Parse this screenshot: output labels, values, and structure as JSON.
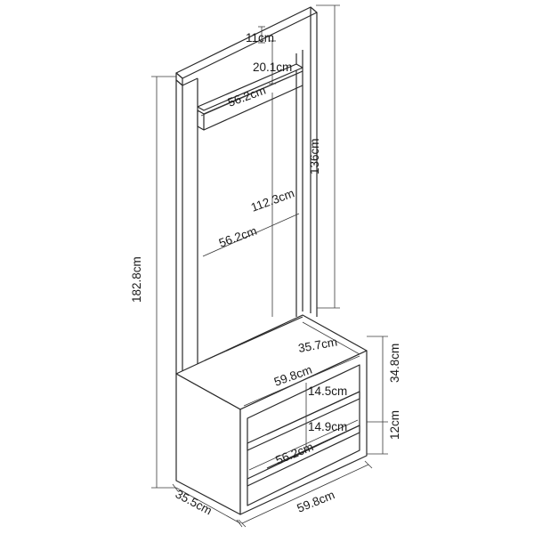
{
  "dimensions": {
    "top_gap": "11cm",
    "shelf_gap": "20.1cm",
    "shelf_width": "56.2cm",
    "upper_height": "136cm",
    "inner_height": "112.3cm",
    "inner_width": "56.2cm",
    "total_height": "182.8cm",
    "seat_depth": "35.7cm",
    "seat_width": "59.8cm",
    "bench_height": "34.8cm",
    "drawer_gap_top": "14.5cm",
    "drawer_gap_bottom": "14.9cm",
    "plinth_height": "12cm",
    "drawer_width": "56.2cm",
    "base_depth": "35.5cm",
    "base_width": "59.8cm"
  }
}
